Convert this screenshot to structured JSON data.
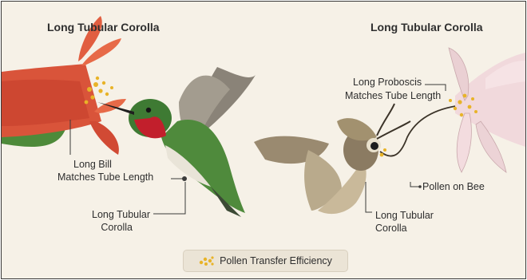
{
  "headings": {
    "left": "Long Tubular Corolla",
    "right": "Long Tubular Corolla"
  },
  "labels": {
    "long_bill": [
      "Long Bill",
      "Matches Tube Length"
    ],
    "hummingbird_corolla": [
      "Long Tubular",
      "Corolla"
    ],
    "long_proboscis": [
      "Long Proboscis",
      "Matches Tube Length"
    ],
    "moth_corolla": [
      "Long Tubular",
      "Corolla"
    ],
    "pollen_on_bee": "Pollen on Bee"
  },
  "legend": {
    "label": "Pollen Transfer Efficiency",
    "icon": "pollen-dots-icon"
  },
  "colors": {
    "background": "#f6f1e7",
    "red_flower": "#d9543a",
    "pink_flower": "#f1d9dc",
    "pollen": "#e8b328",
    "hummingbird_green": "#4f8a3c",
    "hummingbird_throat": "#c21f2c",
    "moth_brown": "#9a8a70"
  }
}
